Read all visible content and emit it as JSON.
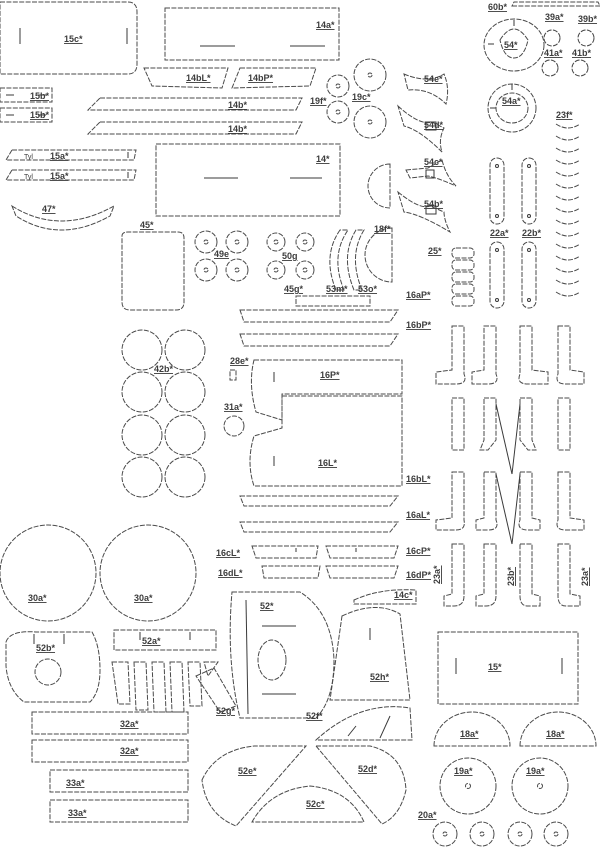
{
  "sheet": {
    "labels": [
      "15c*",
      "14a*",
      "60b*",
      "39a*",
      "39b*",
      "54*",
      "41a*",
      "41b*",
      "14bL*",
      "14bP*",
      "19f*",
      "19c*",
      "54e*",
      "54a*",
      "15b*",
      "15b*",
      "14b*",
      "14b*",
      "54d*",
      "23f*",
      "15a*",
      "15a*",
      "Tyl",
      "Tyl",
      "14*",
      "54c*",
      "47*",
      "54b*",
      "45*",
      "18f*",
      "22a*",
      "22b*",
      "49e",
      "50g",
      "25*",
      "45g*",
      "53m*",
      "53o*",
      "16aP*",
      "16bP*",
      "42b*",
      "28e*",
      "16P*",
      "31a*",
      "16L*",
      "16bL*",
      "16aL*",
      "16cL*",
      "16cP*",
      "23b*",
      "23a*",
      "23a*",
      "16dL*",
      "16dP*",
      "30a*",
      "30a*",
      "14c*",
      "52*",
      "52b*",
      "52a*",
      "15*",
      "52h*",
      "32a*",
      "52g*",
      "52f*",
      "18a*",
      "18a*",
      "32a*",
      "52e*",
      "52d*",
      "19a*",
      "19a*",
      "33a*",
      "52c*",
      "33a*",
      "20a*"
    ]
  }
}
